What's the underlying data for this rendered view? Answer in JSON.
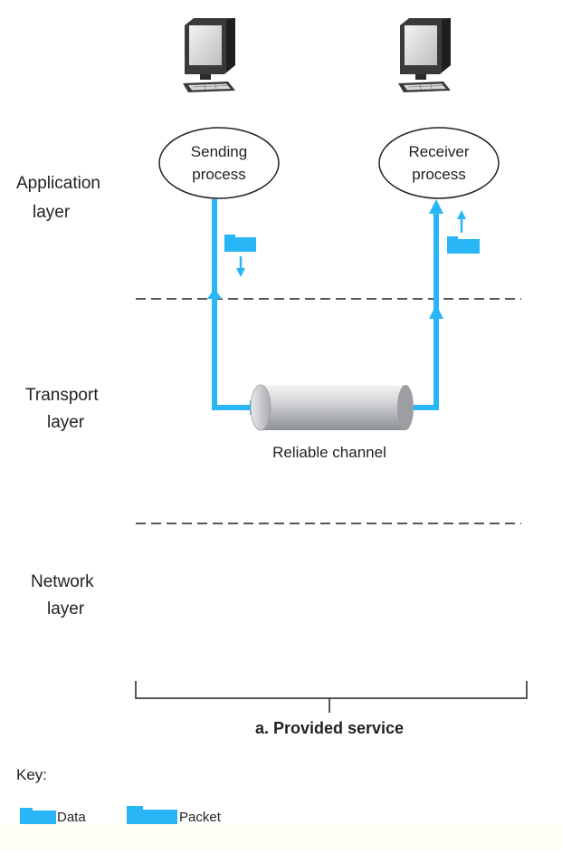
{
  "layers": {
    "application": [
      "Application",
      "layer"
    ],
    "transport": [
      "Transport",
      "layer"
    ],
    "network": [
      "Network",
      "layer"
    ]
  },
  "nodes": {
    "sender": [
      "Sending",
      "process"
    ],
    "receiver": [
      "Receiver",
      "process"
    ]
  },
  "channel_label": "Reliable channel",
  "caption": "a. Provided service",
  "key": {
    "title": "Key:",
    "data_label": "Data",
    "packet_label": "Packet"
  },
  "colors": {
    "arrow": "#29b6f6",
    "data": "#29b6f6",
    "pipe": "#c8cacc",
    "background_strip": "#fffff4"
  },
  "icons": [
    "computer-icon",
    "computer-icon"
  ]
}
